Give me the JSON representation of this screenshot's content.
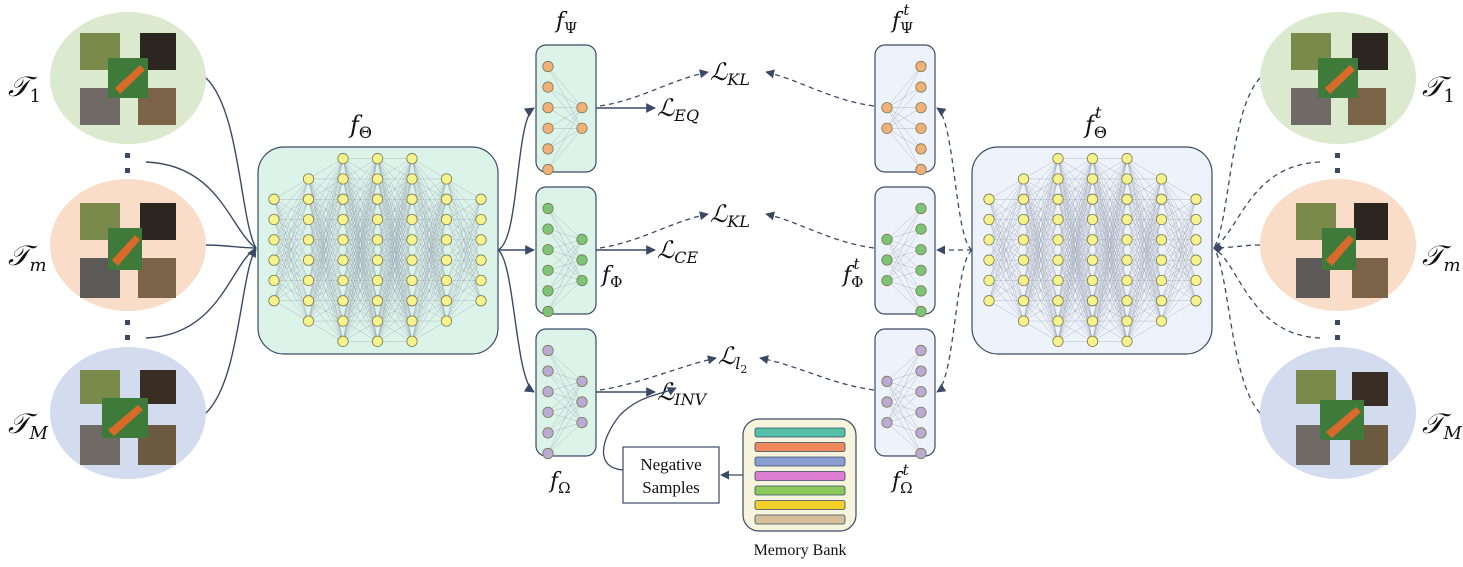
{
  "tasks": {
    "left": [
      {
        "label": "𝒯",
        "sub": "1"
      },
      {
        "label": "𝒯",
        "sub": "m"
      },
      {
        "label": "𝒯",
        "sub": "M"
      }
    ],
    "right": [
      {
        "label": "𝒯",
        "sub": "1"
      },
      {
        "label": "𝒯",
        "sub": "m"
      },
      {
        "label": "𝒯",
        "sub": "M"
      }
    ]
  },
  "student": {
    "backbone": {
      "f": "f",
      "sub": "Θ"
    },
    "heads": {
      "psi": {
        "f": "f",
        "sub": "Ψ"
      },
      "phi": {
        "f": "f",
        "sub": "Φ"
      },
      "omega": {
        "f": "f",
        "sub": "Ω"
      }
    }
  },
  "teacher": {
    "backbone": {
      "f": "f",
      "sub": "Θ",
      "sup": "t"
    },
    "heads": {
      "psi": {
        "f": "f",
        "sub": "Ψ",
        "sup": "t"
      },
      "phi": {
        "f": "f",
        "sub": "Φ",
        "sup": "t"
      },
      "omega": {
        "f": "f",
        "sub": "Ω",
        "sup": "t"
      }
    }
  },
  "losses": {
    "kl_top": {
      "L": "ℒ",
      "sub": "KL"
    },
    "eq": {
      "L": "ℒ",
      "sub": "EQ"
    },
    "kl_mid": {
      "L": "ℒ",
      "sub": "KL"
    },
    "ce": {
      "L": "ℒ",
      "sub": "CE"
    },
    "l2": {
      "L": "ℒ",
      "sub": "l",
      "subsub": "2"
    },
    "inv": {
      "L": "ℒ",
      "sub": "INV"
    }
  },
  "negative_samples": {
    "line1": "Negative",
    "line2": "Samples"
  },
  "memory_bank": {
    "label": "Memory Bank"
  },
  "colors": {
    "green_task": "#dbe9cf",
    "orange_task": "#f9ddc9",
    "blue_task": "#d2dcee",
    "student_panel": "#dcf3ea",
    "teacher_panel": "#eef2fb",
    "neuron_yellow": "#f6f38c",
    "neuron_orange": "#f2b079",
    "neuron_green": "#7cc576",
    "neuron_purple": "#bba9d6",
    "arrow": "#3a4a66"
  },
  "memory_bank_bar_colors": [
    "#58bfa8",
    "#ef8a5c",
    "#8a9fcf",
    "#de7ed2",
    "#8bc95a",
    "#f3cf2c",
    "#d8bf9a"
  ]
}
